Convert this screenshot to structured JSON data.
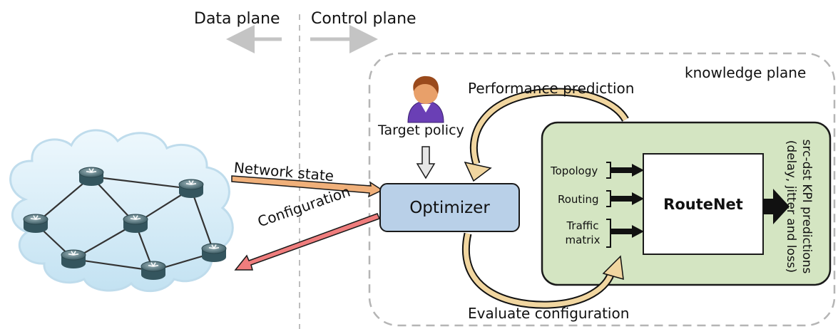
{
  "header": {
    "data_plane": "Data plane",
    "control_plane": "Control plane"
  },
  "knowledge_plane": {
    "title": "knowledge plane"
  },
  "flows": {
    "performance_prediction": "Performance prediction",
    "evaluate_configuration": "Evaluate configuration",
    "network_state": "Network state",
    "configuration": "Configuration"
  },
  "target_policy": {
    "label": "Target policy",
    "icon": "user-icon"
  },
  "optimizer": {
    "label": "Optimizer"
  },
  "routenet": {
    "label": "RouteNet",
    "inputs": [
      "Topology",
      "Routing",
      "Traffic matrix"
    ],
    "output_line1": "src-dst KPI predictions",
    "output_line2": "(delay, jitter and loss)"
  },
  "network": {
    "icon": "network-cloud-icon",
    "router_icon": "router-icon"
  },
  "colors": {
    "optimizer_fill": "#b9d0e8",
    "knowledge_fill": "#d4e5c2",
    "state_arrow": "#f0b07a",
    "config_arrow": "#ef7d7d",
    "feedback_arrow": "#f1d6a0"
  }
}
